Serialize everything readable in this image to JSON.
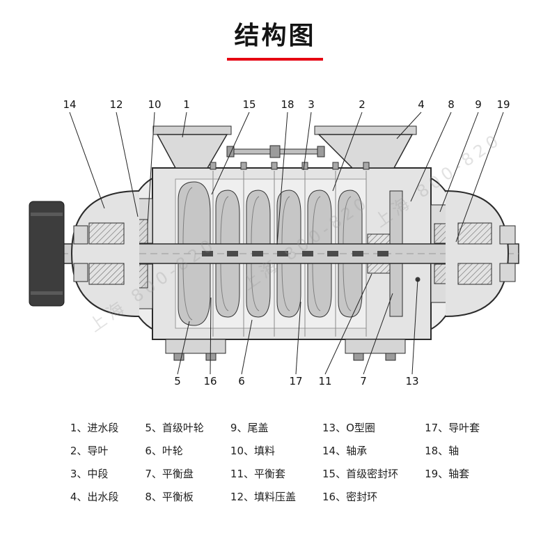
{
  "title": "结构图",
  "watermark": {
    "text": "上海 800-820"
  },
  "colors": {
    "accent_red": "#e60012",
    "line": "#2b2b2b",
    "casing": "#e4e4e4"
  },
  "callouts": {
    "top": [
      "14",
      "12",
      "10",
      "1",
      "15",
      "18",
      "3",
      "2",
      "4",
      "8",
      "9",
      "19"
    ],
    "bottom": [
      "5",
      "16",
      "6",
      "17",
      "11",
      "7",
      "13"
    ]
  },
  "legend": {
    "columns": [
      [
        "1、进水段",
        "2、导叶",
        "3、中段",
        "4、出水段"
      ],
      [
        "5、首级叶轮",
        "6、叶轮",
        "7、平衡盘",
        "8、平衡板"
      ],
      [
        "9、尾盖",
        "10、填料",
        "11、平衡套",
        "12、填料压盖"
      ],
      [
        "13、O型圈",
        "14、轴承",
        "15、首级密封环",
        "16、密封环"
      ],
      [
        "17、导叶套",
        "18、轴",
        "19、轴套"
      ]
    ]
  }
}
